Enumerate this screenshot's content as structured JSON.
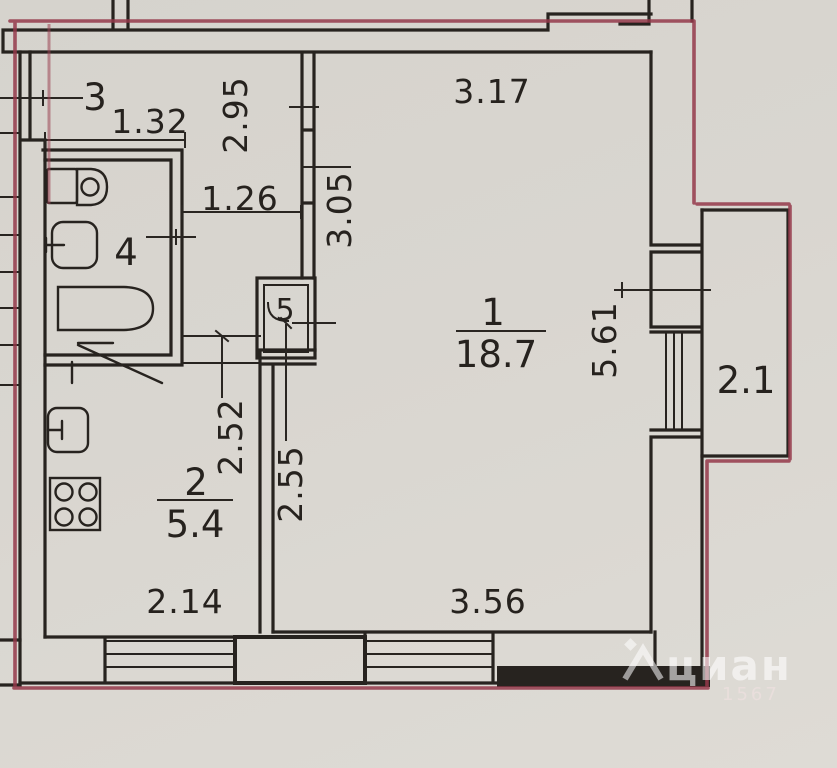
{
  "document": {
    "kind": "apartment floor plan scan"
  },
  "colors": {
    "background": "#d9d6d0",
    "line": "#27231f",
    "boundary_red": "#94384a",
    "watermark": "rgba(255,255,255,0.58)"
  },
  "rooms": {
    "room1": {
      "number": "1",
      "area": "18.7"
    },
    "kitchen": {
      "number": "2",
      "area": "5.4"
    },
    "hallway": {
      "number": "3"
    },
    "bathroom": {
      "number": "4"
    },
    "closet": {
      "number": "5"
    },
    "balcony": {
      "area": "2.1"
    }
  },
  "dimensions": {
    "room1_top_width": "3.17",
    "hallway_width": "1.32",
    "hallway_depth": "2.95",
    "corridor_width": "1.26",
    "room1_upper_depth": "3.05",
    "room1_right_depth": "5.61",
    "kitchen_depth": "2.52",
    "room1_lower_depth": "2.55",
    "kitchen_width": "2.14",
    "room1_bottom_width": "3.56"
  },
  "watermark": {
    "brand": "циан",
    "id_text": "1567",
    "logo": "cian-house-logo"
  }
}
